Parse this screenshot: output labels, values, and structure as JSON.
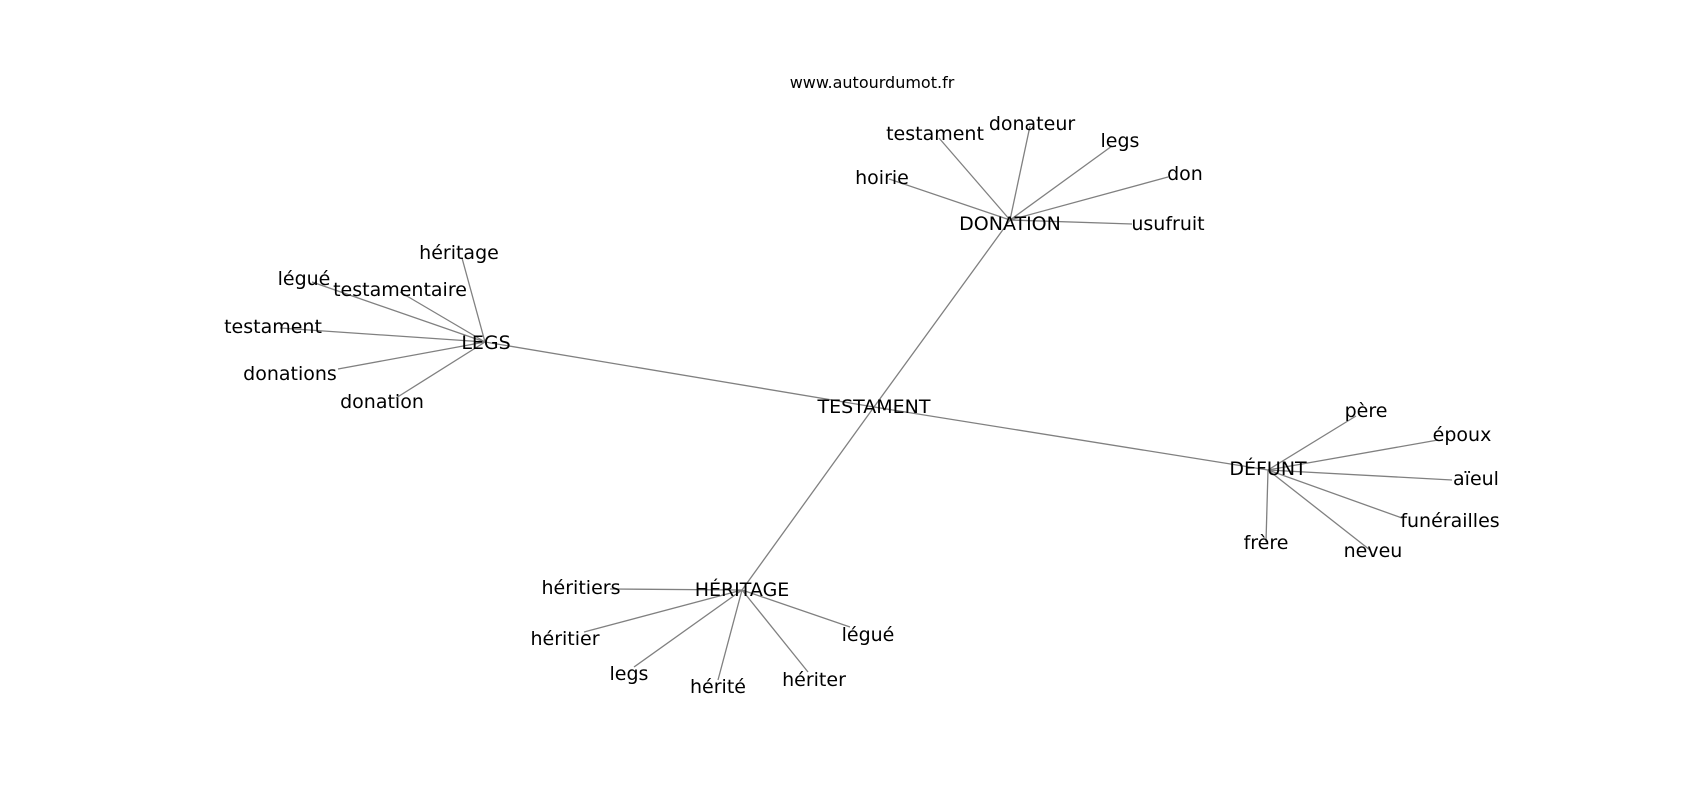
{
  "source_label": "www.autourdumot.fr",
  "center": {
    "id": "testament",
    "label": "TESTAMENT"
  },
  "clusters": [
    {
      "id": "donation",
      "label": "DONATION",
      "leaves": [
        {
          "id": "donation-hoirie",
          "label": "hoirie"
        },
        {
          "id": "donation-testament",
          "label": "testament"
        },
        {
          "id": "donation-donateur",
          "label": "donateur"
        },
        {
          "id": "donation-legs",
          "label": "legs"
        },
        {
          "id": "donation-don",
          "label": "don"
        },
        {
          "id": "donation-usufruit",
          "label": "usufruit"
        }
      ]
    },
    {
      "id": "legs",
      "label": "LEGS",
      "leaves": [
        {
          "id": "legs-heritage",
          "label": "héritage"
        },
        {
          "id": "legs-legue",
          "label": "légué"
        },
        {
          "id": "legs-testamentaire",
          "label": "testamentaire"
        },
        {
          "id": "legs-testament",
          "label": "testament"
        },
        {
          "id": "legs-donations",
          "label": "donations"
        },
        {
          "id": "legs-donation",
          "label": "donation"
        }
      ]
    },
    {
      "id": "defunt",
      "label": "DÉFUNT",
      "leaves": [
        {
          "id": "defunt-pere",
          "label": "père"
        },
        {
          "id": "defunt-epoux",
          "label": "époux"
        },
        {
          "id": "defunt-aieul",
          "label": "aïeul"
        },
        {
          "id": "defunt-funerailles",
          "label": "funérailles"
        },
        {
          "id": "defunt-neveu",
          "label": "neveu"
        },
        {
          "id": "defunt-frere",
          "label": "frère"
        }
      ]
    },
    {
      "id": "heritage",
      "label": "HÉRITAGE",
      "leaves": [
        {
          "id": "heritage-heritiers",
          "label": "héritiers"
        },
        {
          "id": "heritage-heritier",
          "label": "héritier"
        },
        {
          "id": "heritage-legs",
          "label": "legs"
        },
        {
          "id": "heritage-herite",
          "label": "hérité"
        },
        {
          "id": "heritage-heriter",
          "label": "hériter"
        },
        {
          "id": "heritage-legue",
          "label": "légué"
        }
      ]
    }
  ]
}
